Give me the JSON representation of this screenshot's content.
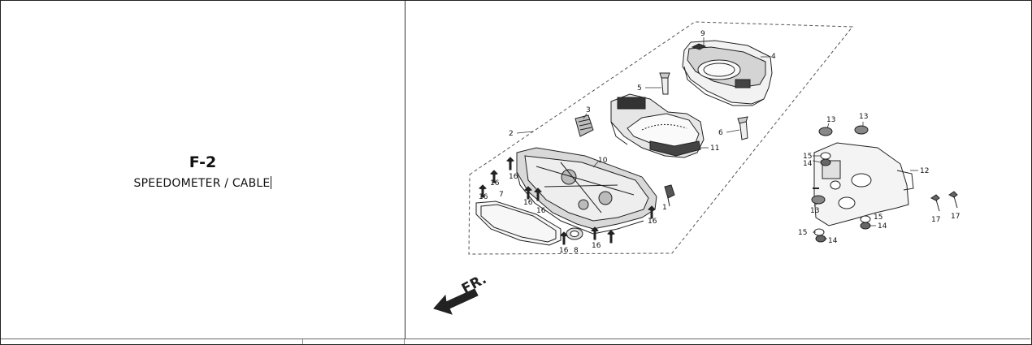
{
  "section": {
    "code": "F-2",
    "title": "SPEEDOMETER / CABLE"
  },
  "diagram": {
    "direction_label": "FR.",
    "part_numbers": {
      "p1": "1",
      "p2": "2",
      "p3": "3",
      "p4": "4",
      "p5": "5",
      "p6": "6",
      "p7": "7",
      "p8": "8",
      "p9": "9",
      "p10": "10",
      "p11": "11",
      "p12": "12",
      "p13a": "13",
      "p13b": "13",
      "p13c": "13",
      "p14a": "14",
      "p14b": "14",
      "p14c": "14",
      "p15a": "15",
      "p15b": "15",
      "p15c": "15",
      "p16a": "16",
      "p16b": "16",
      "p16c": "16",
      "p16d": "16",
      "p16e": "16",
      "p16f": "16",
      "p16g": "16",
      "p16h": "16",
      "p17a": "17",
      "p17b": "17"
    }
  }
}
